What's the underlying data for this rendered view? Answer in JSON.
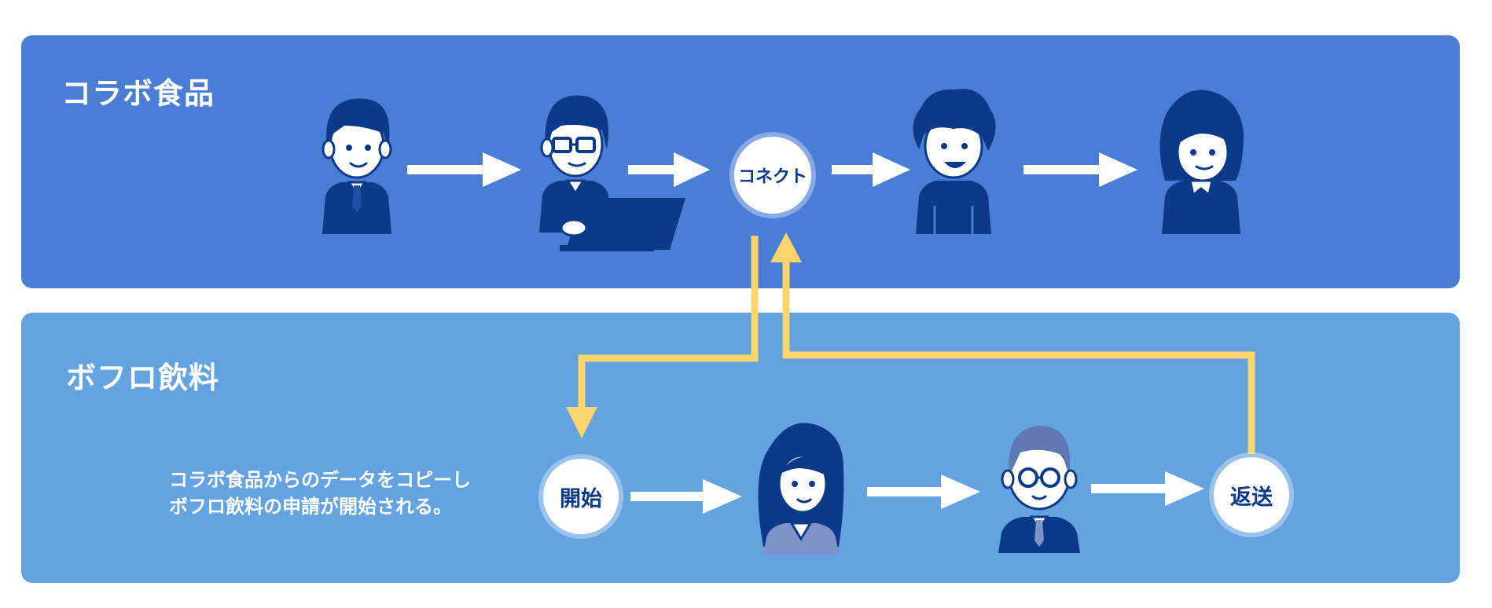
{
  "colors": {
    "top_band": "#4a7dd4",
    "bottom_band": "#64a3e0",
    "navy": "#0c3a88",
    "yellow": "#fcd46b",
    "skin": "#ffffff",
    "white": "#ffffff"
  },
  "top": {
    "company": "コラボ食品",
    "connect_label": "コネクト"
  },
  "bottom": {
    "company": "ボフロ飲料",
    "description_line1": "コラボ食品からのデータをコピーし",
    "description_line2": "ボフロ飲料の申請が開始される。",
    "start_label": "開始",
    "return_label": "返送"
  },
  "icons": {
    "person1": "man-suit-icon",
    "person2": "man-glasses-laptop-icon",
    "person3": "person-curly-hair-icon",
    "person4": "woman-bob-hair-icon",
    "person5": "woman-long-hair-icon",
    "person6": "senior-man-glasses-icon",
    "arrow": "right-arrow-icon"
  }
}
